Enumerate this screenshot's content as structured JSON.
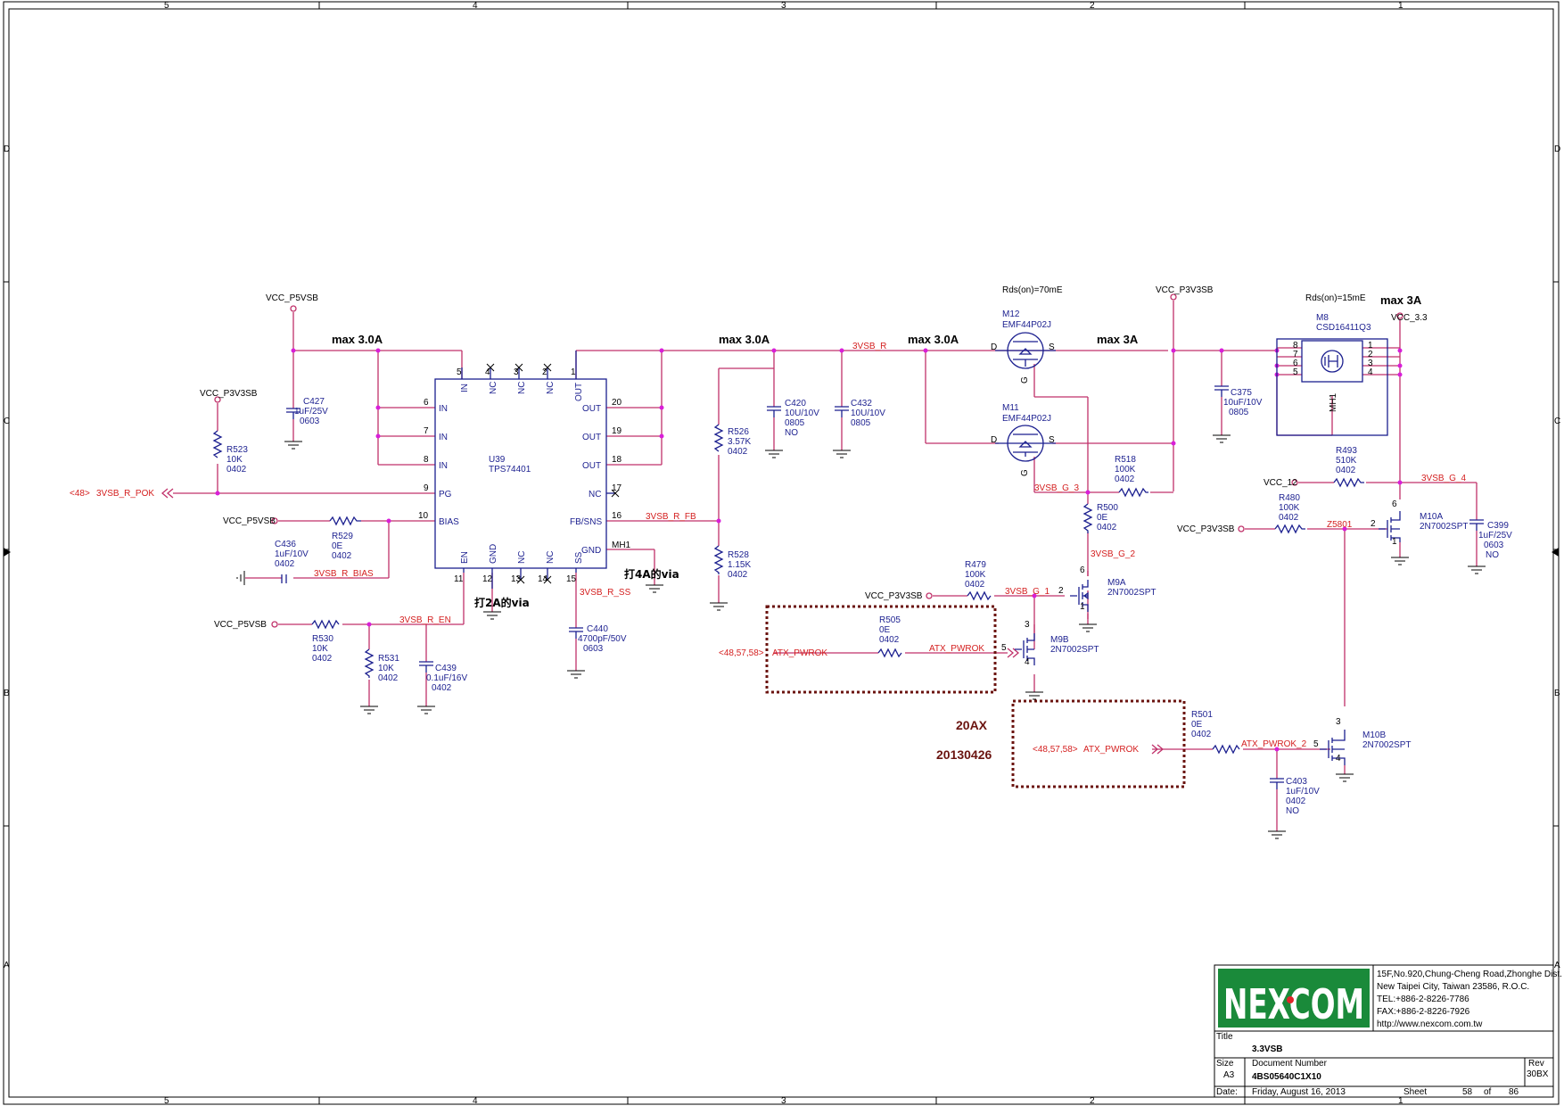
{
  "frame": {
    "cols": [
      "5",
      "4",
      "3",
      "2",
      "1"
    ],
    "rows": [
      "D",
      "C",
      "B",
      "A"
    ]
  },
  "nets": {
    "vcc_p5vsb": "VCC_P5VSB",
    "vcc_p3v3sb": "VCC_P3V3SB",
    "vcc_3v3": "VCC_3.3",
    "vcc_12": "VCC_12",
    "n_3vsb_r": "3VSB_R",
    "n_3vsb_r_pok": "3VSB_R_POK",
    "n_3vsb_r_bias": "3VSB_R_BIAS",
    "n_3vsb_r_en": "3VSB_R_EN",
    "n_3vsb_r_ss": "3VSB_R_SS",
    "n_3vsb_r_fb": "3VSB_R_FB",
    "n_3vsb_g_1": "3VSB_G_1",
    "n_3vsb_g_2": "3VSB_G_2",
    "n_3vsb_g_3": "3VSB_G_3",
    "n_3vsb_g_4": "3VSB_G_4",
    "atx_pwrok": "ATX_PWROK",
    "atx_pwrok_2": "ATX_PWROK_2",
    "z5801": "Z5801",
    "ref_pok": "<48>",
    "ref_atx1": "<48,57,58>",
    "ref_atx2": "<48,57,58>"
  },
  "notes": {
    "max_3a_1": "max 3.0A",
    "max_3a_2": "max 3.0A",
    "max_3a_3": "max 3.0A",
    "max_3a_4": "max 3A",
    "max_3a_5": "max 3A",
    "rds_m12": "Rds(on)=70mE",
    "rds_m8": "Rds(on)=15mE",
    "via_2a": "打2A的via",
    "via_4a": "打4A的via",
    "rev_tag": "20AX",
    "rev_date": "20130426"
  },
  "u39": {
    "ref": "U39",
    "part": "TPS74401",
    "pins": {
      "in_top": "IN",
      "nc_a": "NC",
      "nc_b": "NC",
      "nc_c": "NC",
      "out_top": "OUT",
      "in6": "IN",
      "in7": "IN",
      "in8": "IN",
      "pg": "PG",
      "bias": "BIAS",
      "out20": "OUT",
      "out19": "OUT",
      "out18": "OUT",
      "nc17": "NC",
      "fbsns": "FB/SNS",
      "gnd_r": "GND",
      "mh": "MH1",
      "en": "EN",
      "gnd_b": "GND",
      "nc_d": "NC",
      "nc_e": "NC",
      "ss": "SS"
    },
    "pin_numbers": {
      "p5": "5",
      "p4": "4",
      "p3": "3",
      "p2": "2",
      "p1": "1",
      "p6": "6",
      "p7": "7",
      "p8": "8",
      "p9": "9",
      "p10": "10",
      "p20": "20",
      "p19": "19",
      "p18": "18",
      "p17": "17",
      "p16": "16",
      "p11": "11",
      "p12": "12",
      "p13": "13",
      "p14": "14",
      "p15": "15"
    }
  },
  "passives": {
    "c427": [
      "C427",
      "1uF/25V",
      "0603"
    ],
    "r523": [
      "R523",
      "10K",
      "0402"
    ],
    "r529": [
      "R529",
      "0E",
      "0402"
    ],
    "c436": [
      "C436",
      "1uF/10V",
      "0402"
    ],
    "r530": [
      "R530",
      "10K",
      "0402"
    ],
    "r531": [
      "R531",
      "10K",
      "0402"
    ],
    "c439": [
      "C439",
      "0.1uF/16V",
      "0402"
    ],
    "c440": [
      "C440",
      "4700pF/50V",
      "0603"
    ],
    "r526": [
      "R526",
      "3.57K",
      "0402"
    ],
    "r528": [
      "R528",
      "1.15K",
      "0402"
    ],
    "c420": [
      "C420",
      "10U/10V",
      "0805",
      "NO"
    ],
    "c432": [
      "C432",
      "10U/10V",
      "0805"
    ],
    "r518": [
      "R518",
      "100K",
      "0402"
    ],
    "r500": [
      "R500",
      "0E",
      "0402"
    ],
    "r479": [
      "R479",
      "100K",
      "0402"
    ],
    "r505": [
      "R505",
      "0E",
      "0402"
    ],
    "c375": [
      "C375",
      "10uF/10V",
      "0805"
    ],
    "r493": [
      "R493",
      "510K",
      "0402"
    ],
    "r480": [
      "R480",
      "100K",
      "0402"
    ],
    "c399": [
      "C399",
      "1uF/25V",
      "0603",
      "NO"
    ],
    "r501": [
      "R501",
      "0E",
      "0402"
    ],
    "c403": [
      "C403",
      "1uF/10V",
      "0402",
      "NO"
    ]
  },
  "mosfets": {
    "m12": [
      "M12",
      "EMF44P02J"
    ],
    "m11": [
      "M11",
      "EMF44P02J"
    ],
    "m8": [
      "M8",
      "CSD16411Q3"
    ],
    "m9a": [
      "M9A",
      "2N7002SPT"
    ],
    "m9b": [
      "M9B",
      "2N7002SPT"
    ],
    "m10a": [
      "M10A",
      "2N7002SPT"
    ],
    "m10b": [
      "M10B",
      "2N7002SPT"
    ]
  },
  "pin_letters": {
    "d": "D",
    "s": "S",
    "g": "G",
    "mh1": "MH1"
  },
  "title_block": {
    "logo": "NEXCOM",
    "address1": "15F,No.920,Chung-Cheng Road,Zhonghe Dist.",
    "address2": "New Taipei City, Taiwan 23586, R.O.C.",
    "tel": "TEL:+886-2-8226-7786",
    "fax": "FAX:+886-2-8226-7926",
    "url": "http://www.nexcom.com.tw",
    "title_label": "Title",
    "title": "3.3VSB",
    "size_label": "Size",
    "size": "A3",
    "docnum_label": "Document Number",
    "docnum": "4BS05640C1X10",
    "rev_label": "Rev",
    "rev": "30BX",
    "date_label": "Date:",
    "date": "Friday, August 16, 2013",
    "sheet_label": "Sheet",
    "sheet": "58",
    "of_label": "of",
    "total": "86"
  },
  "colors": {
    "wire": "#c0316a",
    "component": "#1b1f8f",
    "netlabel": "#d42020",
    "junction": "#d81fd8",
    "logo_green": "#1a8a3a",
    "logo_red": "#e0262a"
  }
}
